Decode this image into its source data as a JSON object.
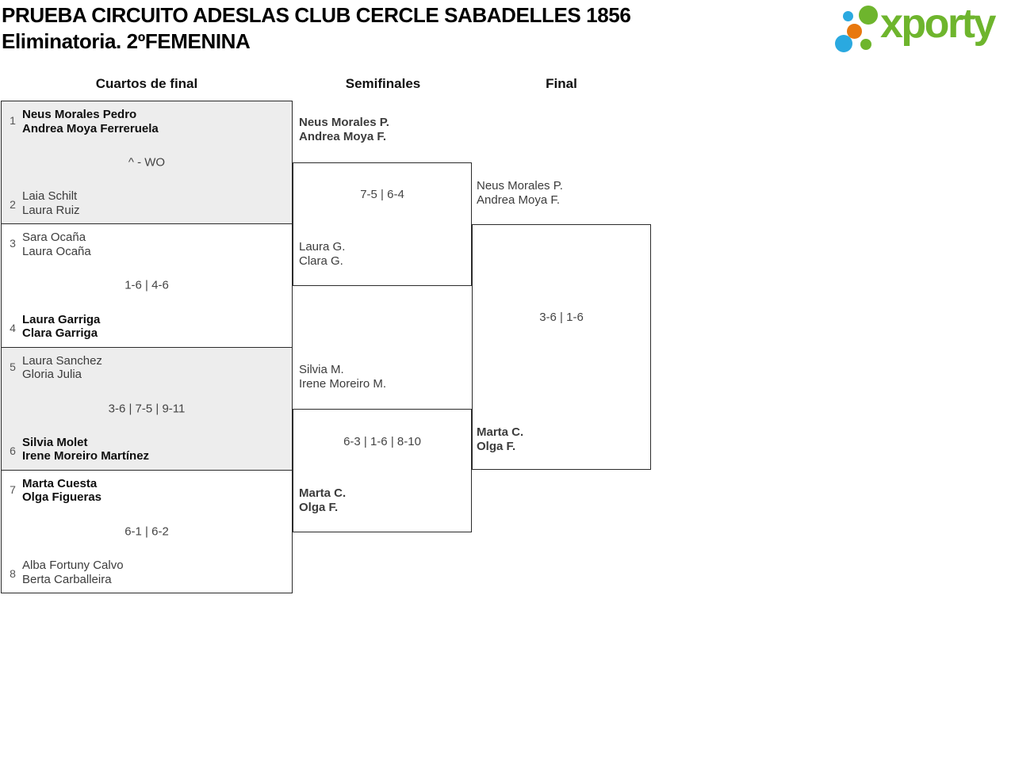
{
  "header": {
    "title_line1": "PRUEBA CIRCUITO ADESLAS CLUB CERCLE SABADELLES 1856",
    "title_line2": "Eliminatoria. 2ºFEMENINA"
  },
  "logo": {
    "text": "xporty",
    "green": "#6eb52d",
    "blue": "#2aa9e0",
    "orange": "#e8780e"
  },
  "round_headers": {
    "quarterfinals": "Cuartos de final",
    "semifinals": "Semifinales",
    "final": "Final"
  },
  "colors": {
    "block_gray": "#ededed",
    "border": "#2b2b2b",
    "score_text": "#444444",
    "seed_text": "#555555"
  },
  "bracket": {
    "quarterfinals": [
      {
        "seed_top": "1",
        "team_top_line1": "Neus Morales Pedro",
        "team_top_line2": "Andrea Moya Ferreruela",
        "score": "^ - WO",
        "seed_bottom": "2",
        "team_bottom_line1": "Laia Schilt",
        "team_bottom_line2": "Laura Ruiz",
        "winner": "top"
      },
      {
        "seed_top": "3",
        "team_top_line1": "Sara Ocaña",
        "team_top_line2": "Laura Ocaña",
        "score": "1-6 | 4-6",
        "seed_bottom": "4",
        "team_bottom_line1": "Laura Garriga",
        "team_bottom_line2": "Clara Garriga",
        "winner": "bottom"
      },
      {
        "seed_top": "5",
        "team_top_line1": "Laura Sanchez",
        "team_top_line2": "Gloria Julia",
        "score": "3-6 | 7-5 | 9-11",
        "seed_bottom": "6",
        "team_bottom_line1": "Silvia Molet",
        "team_bottom_line2": "Irene Moreiro Martínez",
        "winner": "bottom"
      },
      {
        "seed_top": "7",
        "team_top_line1": "Marta Cuesta",
        "team_top_line2": "Olga Figueras",
        "score": "6-1 | 6-2",
        "seed_bottom": "8",
        "team_bottom_line1": "Alba Fortuny Calvo",
        "team_bottom_line2": "Berta Carballeira",
        "winner": "top"
      }
    ],
    "semifinals": [
      {
        "team_top_line1": "Neus Morales P.",
        "team_top_line2": "Andrea Moya F.",
        "score": "7-5 | 6-4",
        "team_bottom_line1": "Laura G.",
        "team_bottom_line2": "Clara G.",
        "winner": "top"
      },
      {
        "team_top_line1": "Silvia M.",
        "team_top_line2": "Irene Moreiro M.",
        "score": "6-3 | 1-6 | 8-10",
        "team_bottom_line1": "Marta C.",
        "team_bottom_line2": "Olga F.",
        "winner": "bottom"
      }
    ],
    "final": {
      "team_top_line1": "Neus Morales P.",
      "team_top_line2": "Andrea Moya F.",
      "score": "3-6 | 1-6",
      "team_bottom_line1": "Marta C.",
      "team_bottom_line2": "Olga F.",
      "winner": "bottom"
    }
  }
}
